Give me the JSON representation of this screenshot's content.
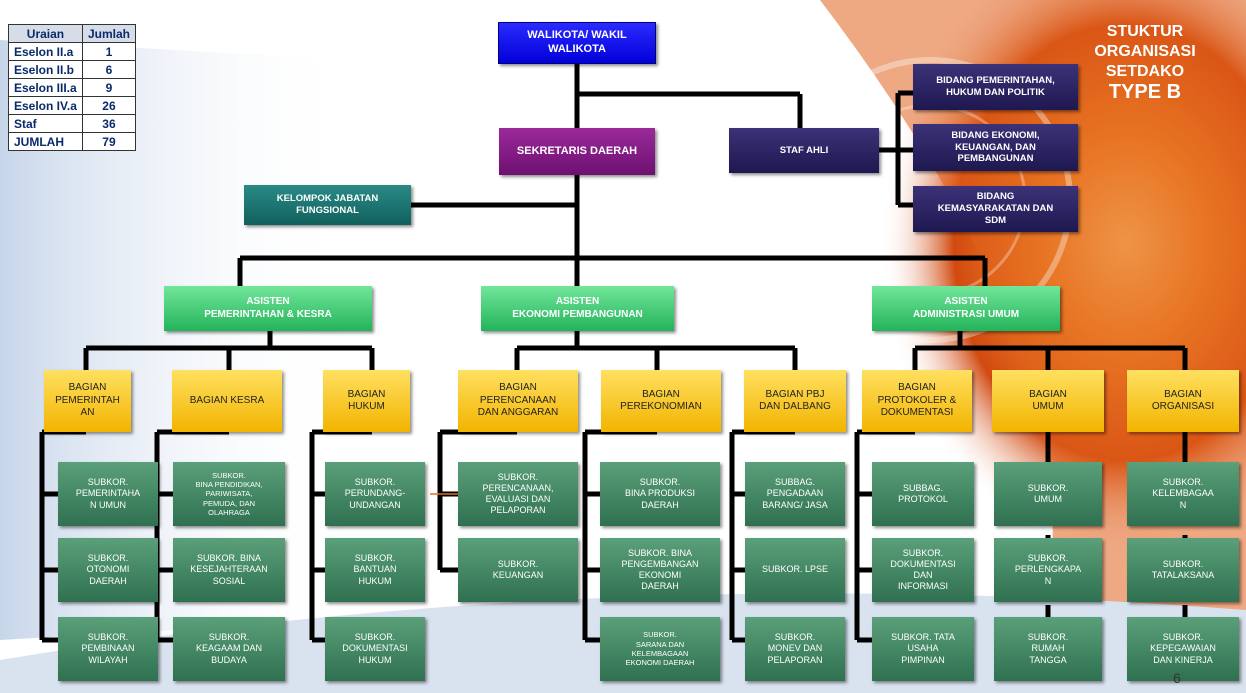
{
  "summary": {
    "headers": [
      "Uraian",
      "Jumlah"
    ],
    "rows": [
      {
        "label": "Eselon II.a",
        "value": "1"
      },
      {
        "label": "Eselon II.b",
        "value": "6"
      },
      {
        "label": "Eselon III.a",
        "value": "9"
      },
      {
        "label": "Eselon IV.a",
        "value": "26"
      },
      {
        "label": "Staf",
        "value": "36"
      },
      {
        "label": "JUMLAH",
        "value": "79"
      }
    ]
  },
  "title": {
    "line1": "STUKTUR\nORGANISASI\nSETDAKO",
    "line2": "TYPE  B"
  },
  "walikota": "WALIKOTA/ WAKIL\nWALIKOTA",
  "sekda": "SEKRETARIS DAERAH",
  "staf_ahli": "STAF AHLI",
  "bidang": [
    "BIDANG PEMERINTAHAN,\nHUKUM DAN POLITIK",
    "BIDANG EKONOMI,\nKEUANGAN, DAN\nPEMBANGUNAN",
    "BIDANG\nKEMASYARAKATAN DAN\nSDM"
  ],
  "kelompok": "KELOMPOK JABATAN\nFUNGSIONAL",
  "asisten": [
    "ASISTEN\nPEMERINTAHAN & KESRA",
    "ASISTEN\nEKONOMI PEMBANGUNAN",
    "ASISTEN\nADMINISTRASI UMUM"
  ],
  "bagian": [
    "BAGIAN\nPEMERINTAH\nAN",
    "BAGIAN KESRA",
    "BAGIAN\nHUKUM",
    "BAGIAN\nPERENCANAAN\nDAN ANGGARAN",
    "BAGIAN\nPEREKONOMIAN",
    "BAGIAN PBJ\nDAN DALBANG",
    "BAGIAN\nPROTOKOLER &\nDOKUMENTASI",
    "BAGIAN\nUMUM",
    "BAGIAN\nORGANISASI"
  ],
  "subkor": [
    [
      "SUBKOR.\nPEMERINTAHA\nN UMUN",
      "SUBKOR.\nOTONOMI\nDAERAH",
      "SUBKOR.\nPEMBINAAN\nWILAYAH"
    ],
    [
      "SUBKOR.\nBINA PENDIDIKAN,\nPARIWISATA,\nPEMUDA, DAN\nOLAHRAGA",
      "SUBKOR. BINA\nKESEJAHTERAAN\nSOSIAL",
      "SUBKOR.\nKEAGAAM DAN\nBUDAYA"
    ],
    [
      "SUBKOR.\nPERUNDANG-\nUNDANGAN",
      "SUBKOR.\nBANTUAN\nHUKUM",
      "SUBKOR.\nDOKUMENTASI\nHUKUM"
    ],
    [
      "SUBKOR.\nPERENCANAAN,\nEVALUASI DAN\nPELAPORAN",
      "SUBKOR.\nKEUANGAN"
    ],
    [
      "SUBKOR.\nBINA PRODUKSI\nDAERAH",
      "SUBKOR. BINA\nPENGEMBANGAN\nEKONOMI\nDAERAH",
      "SUBKOR.\nSARANA DAN\nKELEMBAGAAN\nEKONOMI DAERAH"
    ],
    [
      "SUBBAG.\nPENGADAAN\nBARANG/ JASA",
      "SUBKOR. LPSE",
      "SUBKOR.\nMONEV DAN\nPELAPORAN"
    ],
    [
      "SUBBAG.\nPROTOKOL",
      "SUBKOR.\nDOKUMENTASI\nDAN\nINFORMASI",
      "SUBKOR. TATA\nUSAHA\nPIMPINAN"
    ],
    [
      "SUBKOR.\nUMUM",
      "SUBKOR.\nPERLENGKAPA\nN",
      "SUBKOR.\nRUMAH\nTANGGA"
    ],
    [
      "SUBKOR.\nKELEMBAGAA\nN",
      "SUBKOR.\nTATALAKSANA",
      "SUBKOR.\nKEPEGAWAIAN\nDAN KINERJA"
    ]
  ],
  "page_number": "6"
}
